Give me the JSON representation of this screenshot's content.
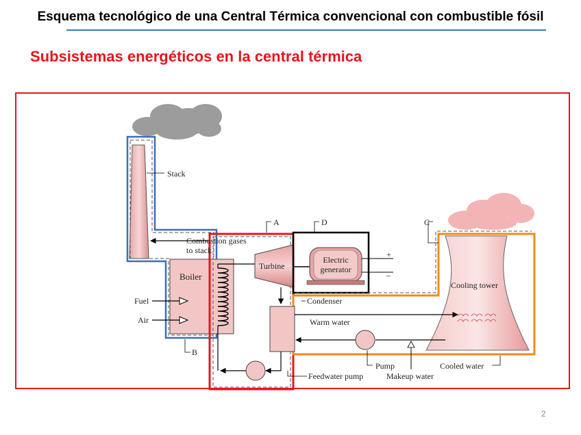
{
  "header": {
    "title": "Esquema tecnológico de una Central Térmica convencional con combustible fósil",
    "subtitle": "Subsistemas energéticos en la central térmica"
  },
  "diagram": {
    "labels": {
      "stack": "Stack",
      "combustion_gases_1": "Combustion gases",
      "combustion_gases_2": "to stack",
      "boiler": "Boiler",
      "fuel": "Fuel",
      "air": "Air",
      "turbine": "Turbine",
      "generator_1": "Electric",
      "generator_2": "generator",
      "condenser": "Condenser",
      "warm_water": "Warm water",
      "cooling_tower": "Cooling tower",
      "pump": "Pump",
      "cooled_water": "Cooled water",
      "feedwater_pump": "Feedwater pump",
      "makeup_water": "Makeup water",
      "plus": "+",
      "minus": "–",
      "marker_a": "A",
      "marker_b": "B",
      "marker_c": "C",
      "marker_d": "D"
    },
    "colors": {
      "subsystem_a": "#e8141b",
      "subsystem_b": "#3a6fb5",
      "subsystem_c": "#f08a1c",
      "subsystem_d": "#000000",
      "equipment_fill": "#f0b8b8",
      "smoke": "#a0a0a0",
      "steam": "#f2b4b4"
    }
  },
  "footer": {
    "page_number": "2"
  }
}
